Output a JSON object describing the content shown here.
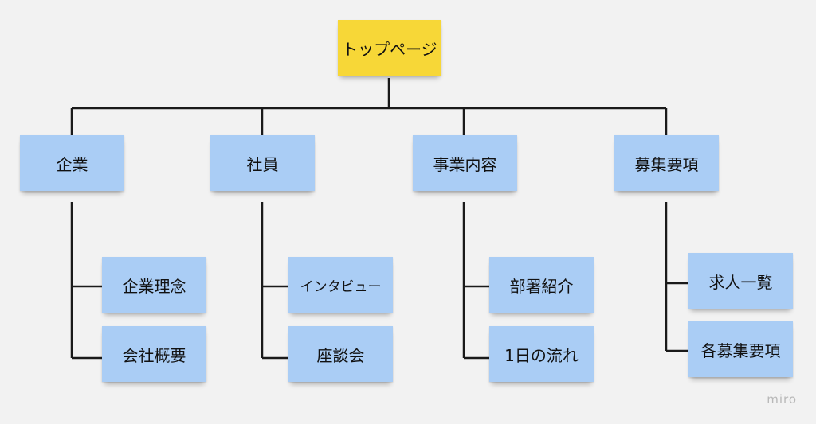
{
  "root": {
    "label": "トップページ",
    "color": "#f7d737"
  },
  "categories": [
    {
      "label": "企業",
      "children": [
        "企業理念",
        "会社概要"
      ]
    },
    {
      "label": "社員",
      "children": [
        "インタビュー",
        "座談会"
      ]
    },
    {
      "label": "事業内容",
      "children": [
        "部署紹介",
        "1日の流れ"
      ]
    },
    {
      "label": "募集要項",
      "children": [
        "求人一覧",
        "各募集要項"
      ]
    }
  ],
  "note_color": "#aacdf5",
  "line_color": "#1a1a1a",
  "watermark": "miro"
}
